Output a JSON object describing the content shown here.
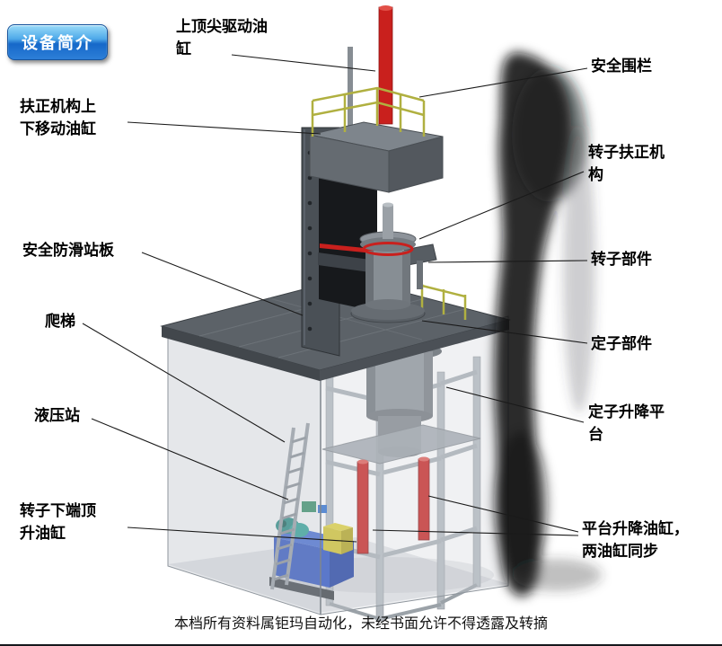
{
  "slide": {
    "badge_label": "设备简介",
    "footer_text": "本档所有资料属钜玛自动化，未经书面允许不得透露及转摘"
  },
  "labels": [
    {
      "id": "top-center-drive-cylinder",
      "text": "上顶尖驱动油\n缸"
    },
    {
      "id": "safety-fence",
      "text": "安全围栏"
    },
    {
      "id": "centering-updown-cylinder",
      "text": "扶正机构上\n下移动油缸"
    },
    {
      "id": "rotor-centering-mechanism",
      "text": "转子扶正机\n构"
    },
    {
      "id": "antislip-standing-plate",
      "text": "安全防滑站板"
    },
    {
      "id": "rotor-component",
      "text": "转子部件"
    },
    {
      "id": "ladder",
      "text": "爬梯"
    },
    {
      "id": "stator-component",
      "text": "定子部件"
    },
    {
      "id": "hydraulic-station",
      "text": "液压站"
    },
    {
      "id": "stator-lift-platform",
      "text": "定子升降平\n台"
    },
    {
      "id": "rotor-bottom-jack-cylinder",
      "text": "转子下端顶\n升油缸"
    },
    {
      "id": "platform-lift-cylinders",
      "text": "平台升降油缸，\n两油缸同步"
    }
  ],
  "colors": {
    "cylinder_red": "#c9201d",
    "hydraulic_blue": "#2a52c4",
    "accent_yellow": "#d2c32e",
    "railing_yellow": "#b0b040"
  }
}
